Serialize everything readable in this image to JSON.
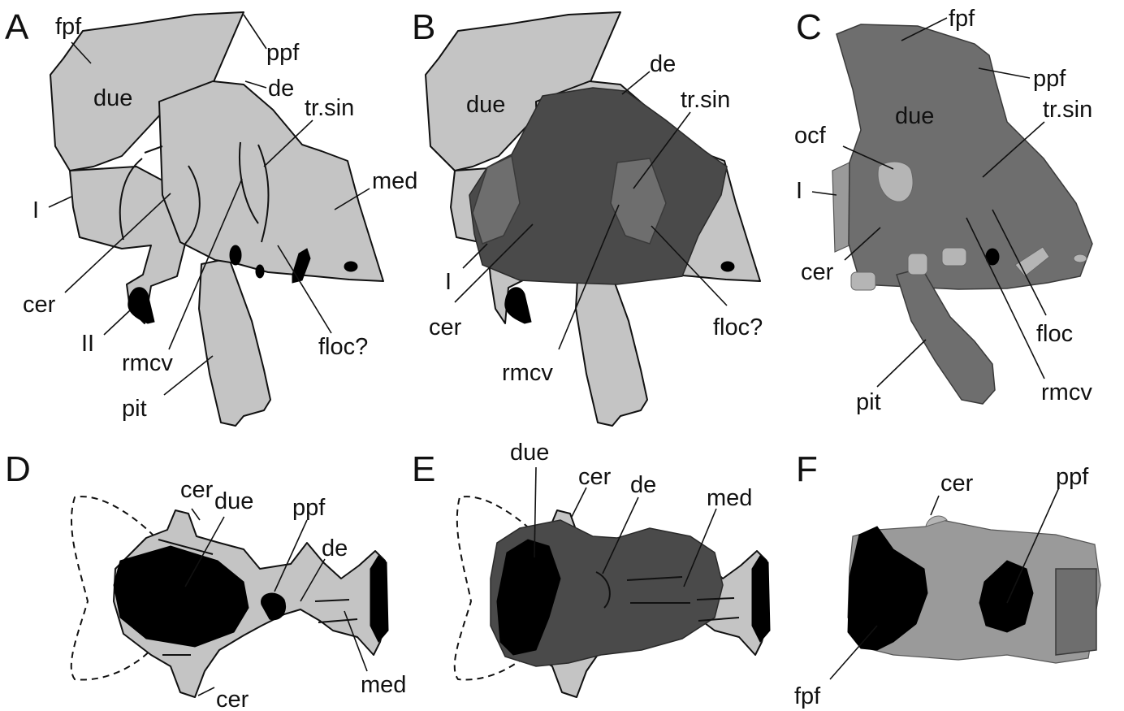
{
  "panels": {
    "A": {
      "letter": "A",
      "labels": {
        "fpf": "fpf",
        "ppf": "ppf",
        "due": "due",
        "de": "de",
        "tr_sin": "tr.sin",
        "I": "I",
        "med": "med",
        "cer": "cer",
        "II": "II",
        "rmcv": "rmcv",
        "floc": "floc?",
        "pit": "pit"
      }
    },
    "B": {
      "letter": "B",
      "labels": {
        "due": "due",
        "de": "de",
        "tr_sin": "tr.sin",
        "I": "I",
        "cer": "cer",
        "rmcv": "rmcv",
        "floc": "floc?"
      }
    },
    "C": {
      "letter": "C",
      "labels": {
        "fpf": "fpf",
        "ppf": "ppf",
        "due": "due",
        "tr_sin": "tr.sin",
        "ocf": "ocf",
        "I": "I",
        "cer": "cer",
        "floc": "floc",
        "pit": "pit",
        "rmcv": "rmcv"
      }
    },
    "D": {
      "letter": "D",
      "labels": {
        "cer_top": "cer",
        "due": "due",
        "ppf": "ppf",
        "de": "de",
        "med": "med",
        "cer_bottom": "cer"
      }
    },
    "E": {
      "letter": "E",
      "labels": {
        "due": "due",
        "cer": "cer",
        "de": "de",
        "med": "med"
      }
    },
    "F": {
      "letter": "F",
      "labels": {
        "cer": "cer",
        "ppf": "ppf",
        "fpf": "fpf"
      }
    }
  },
  "colors": {
    "outline_fill": "#c4c4c4",
    "ink": "#111111",
    "foramen": "#000000"
  }
}
